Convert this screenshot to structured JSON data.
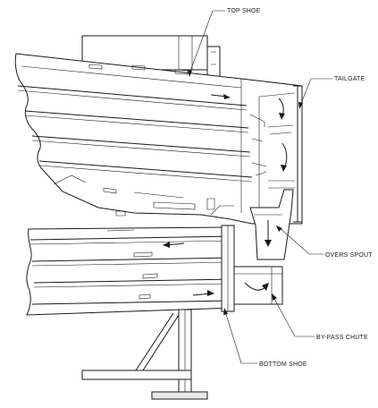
{
  "diagram": {
    "labels": {
      "top_shoe": "TOP SHOE",
      "tailgate": "TAILGATE",
      "overs_spout": "OVERS SPOUT",
      "bypass_chute": "BY-PASS CHUTE",
      "bottom_shoe": "BOTTOM SHOE"
    }
  }
}
